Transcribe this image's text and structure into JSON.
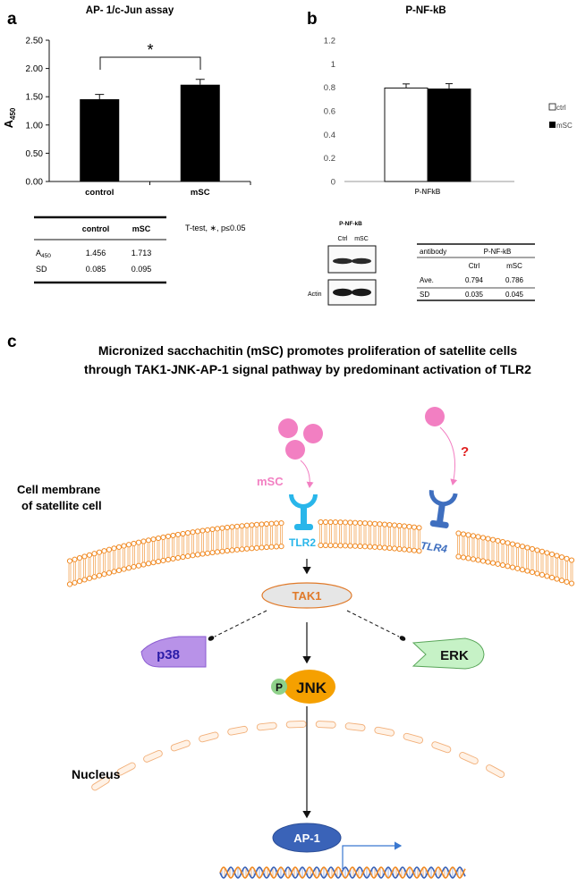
{
  "panels": {
    "a": {
      "letter": "a",
      "title": "AP- 1/c-Jun assay",
      "y_axis_label_main": "A",
      "y_axis_label_sub": "450",
      "significance_mark": "*",
      "table": {
        "headers": [
          "",
          "control",
          "mSC"
        ],
        "rows": [
          {
            "label_main": "A",
            "label_sub": "450",
            "values": [
              "1.456",
              "1.713"
            ]
          },
          {
            "label_main": "SD",
            "label_sub": "",
            "values": [
              "0.085",
              "0.095"
            ]
          }
        ]
      },
      "ttest_note": "T-test, ∗, p≤0.05"
    },
    "b": {
      "letter": "b",
      "title": "P-NF-kB",
      "x_label": "P-NFkB",
      "legend": [
        "ctrl",
        "mSC"
      ],
      "blot": {
        "title": "P-NF-kB",
        "lane_labels": [
          "Ctrl",
          "mSC"
        ],
        "loading_label": "Actin"
      },
      "table": {
        "header_left": "antibody",
        "header_right": "P-NF-kB",
        "subheaders": [
          "Ctrl",
          "mSC"
        ],
        "rows": [
          {
            "label": "Ave.",
            "values": [
              "0.794",
              "0.786"
            ]
          },
          {
            "label": "SD",
            "values": [
              "0.035",
              "0.045"
            ]
          }
        ]
      }
    },
    "c": {
      "letter": "c",
      "title_line1": "Micronized sacchachitin (mSC) promotes proliferation of satellite cells",
      "title_line2": "through TAK1-JNK-AP-1 signal pathway by predominant activation of TLR2",
      "labels": {
        "msc": "mSC",
        "question": "?",
        "membrane_line1": "Cell membrane",
        "membrane_line2": "of  satellite cell",
        "tlr2": "TLR2",
        "tlr4": "TLR4",
        "tak1": "TAK1",
        "p38": "p38",
        "erk": "ERK",
        "phospho": "P",
        "jnk": "JNK",
        "nucleus": "Nucleus",
        "ap1": "AP-1"
      },
      "colors": {
        "ligand": "#f27fc2",
        "tlr2": "#29b6ea",
        "tlr4": "#3f6fbf",
        "membrane": "#f08a24",
        "tak1_fill": "#e6e6e6",
        "tak1_text": "#e07a2a",
        "p38": "#b892e8",
        "erk": "#c6f2c6",
        "jnk": "#f5a000",
        "phospho": "#8fd18a",
        "ap1": "#3a63b8",
        "question": "#e01e1e"
      }
    }
  },
  "chart_data": [
    {
      "type": "bar",
      "title": "AP- 1/c-Jun assay",
      "categories": [
        "control",
        "mSC"
      ],
      "values": [
        1.456,
        1.713
      ],
      "errors": [
        0.085,
        0.095
      ],
      "xlabel": "",
      "ylabel": "A450",
      "ylim": [
        0,
        2.5
      ],
      "yticks": [
        "0.00",
        "0.50",
        "1.00",
        "1.50",
        "2.00",
        "2.50"
      ],
      "bar_color": "#000000",
      "grid": false
    },
    {
      "type": "bar",
      "title": "P-NF-kB",
      "categories": [
        "P-NFkB"
      ],
      "series": [
        {
          "name": "ctrl",
          "values": [
            0.794
          ],
          "errors": [
            0.035
          ],
          "color": "#ffffff"
        },
        {
          "name": "mSC",
          "values": [
            0.786
          ],
          "errors": [
            0.045
          ],
          "color": "#000000"
        }
      ],
      "xlabel": "P-NFkB",
      "ylabel": "",
      "ylim": [
        0,
        1.2
      ],
      "yticks": [
        "0",
        "0.2",
        "0.4",
        "0.6",
        "0.8",
        "1",
        "1.2"
      ],
      "legend": "right",
      "grid": false
    }
  ]
}
